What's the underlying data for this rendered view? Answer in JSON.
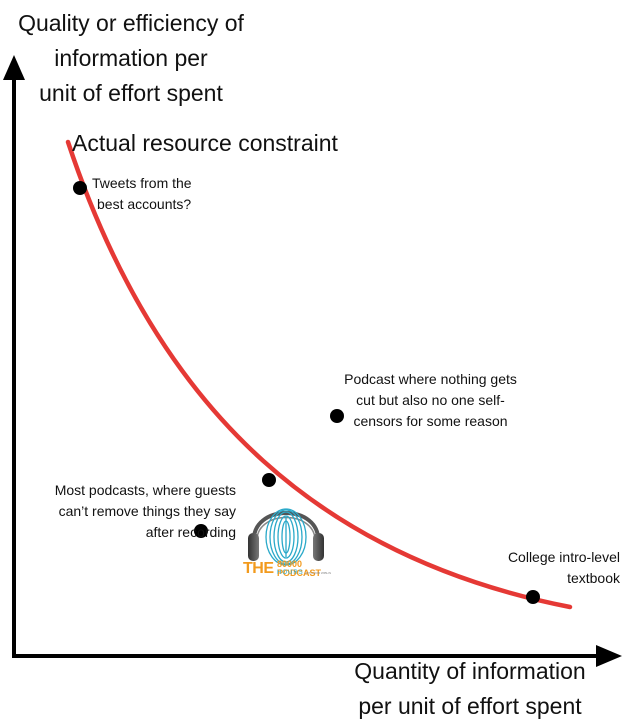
{
  "axes": {
    "y_title_lines": [
      "Quality or efficiency of",
      "information per",
      "unit of effort spent"
    ],
    "x_title_lines": [
      "Quantity of information",
      "per unit of effort spent"
    ]
  },
  "curve": {
    "label": "Actual resource constraint",
    "color": "#e53935"
  },
  "annotations": {
    "tweets": [
      "Tweets from the",
      "best accounts?"
    ],
    "podcast_uncut": [
      "Podcast where nothing gets",
      "cut but also no one self-",
      "censors for some reason"
    ],
    "most_podcasts": [
      "Most podcasts, where guests",
      "can’t remove things they say",
      "after recording"
    ],
    "college": [
      "College intro-level",
      "textbook"
    ]
  },
  "logo": {
    "the": "THE",
    "number": "80000",
    "podcast": "PODCAST",
    "hours": "HOURS",
    "with": "WITH ROB WIBLIN",
    "colors": {
      "orange": "#f29a1d",
      "teal": "#2aa9c9"
    }
  },
  "colors": {
    "axis": "#000000",
    "point": "#000000",
    "curve": "#e53935"
  }
}
